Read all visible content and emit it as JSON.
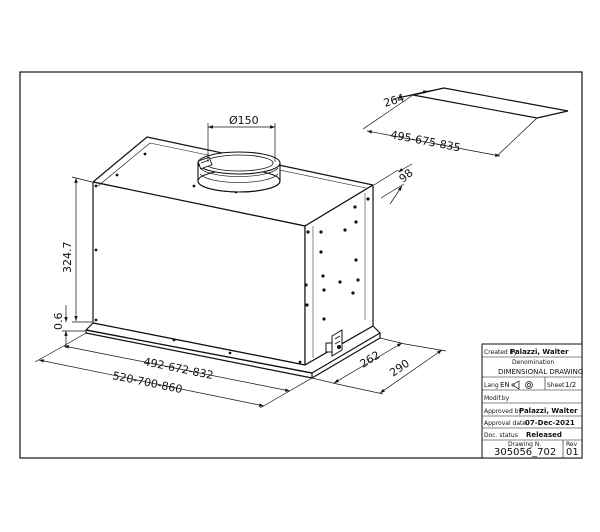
{
  "dimensions": {
    "duct_diameter": "Ø150",
    "height": "324.7",
    "bottom_offset": "0.6",
    "depth_front": "262",
    "depth_total": "290",
    "inner_widths": "492-672-832",
    "outer_widths": "520-700-860",
    "top_offset": "98",
    "cutout_depth": "264",
    "cutout_widths": "495-675-835"
  },
  "title_block": {
    "created_by_label": "Created by",
    "created_by_value": "Palazzi, Walter",
    "denomination_label": "Denomination",
    "denomination_value": "DIMENSIONAL DRAWING",
    "lang_label": "Lang",
    "lang_value": "EN",
    "sheet_label": "Sheet",
    "sheet_value": "1/2",
    "modify_label": "Modif.by",
    "approved_by_label": "Approved by",
    "approved_by_value": "Palazzi, Walter",
    "approval_date_label": "Approval date",
    "approval_date_value": "07-Dec-2021",
    "doc_status_label": "Doc. status",
    "doc_status_value": "Released",
    "drawing_no_label": "Drawing N.",
    "drawing_no_value": "305056_702",
    "rev_label": "Rev",
    "rev_value": "01"
  }
}
